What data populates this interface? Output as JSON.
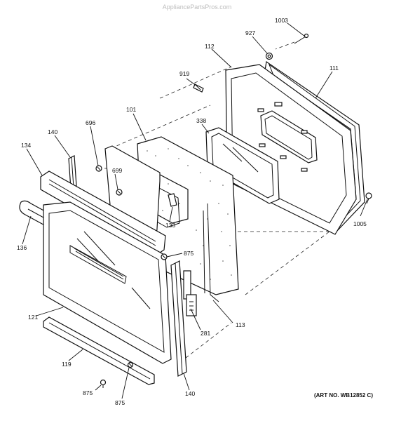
{
  "watermark": "AppliancePartsPros.com",
  "art_number": "(ART NO. WB12852 C)",
  "callouts": [
    {
      "id": "1003",
      "label": "1003"
    },
    {
      "id": "927",
      "label": "927"
    },
    {
      "id": "112",
      "label": "112"
    },
    {
      "id": "111",
      "label": "111"
    },
    {
      "id": "919",
      "label": "919"
    },
    {
      "id": "101",
      "label": "101"
    },
    {
      "id": "338",
      "label": "338"
    },
    {
      "id": "140a",
      "label": "140"
    },
    {
      "id": "696",
      "label": "696"
    },
    {
      "id": "134",
      "label": "134"
    },
    {
      "id": "699",
      "label": "699"
    },
    {
      "id": "133",
      "label": "133"
    },
    {
      "id": "1005",
      "label": "1005"
    },
    {
      "id": "136",
      "label": "136"
    },
    {
      "id": "875a",
      "label": "875"
    },
    {
      "id": "121",
      "label": "121"
    },
    {
      "id": "281",
      "label": "281"
    },
    {
      "id": "113",
      "label": "113"
    },
    {
      "id": "119",
      "label": "119"
    },
    {
      "id": "875b",
      "label": "875"
    },
    {
      "id": "875c",
      "label": "875"
    },
    {
      "id": "140b",
      "label": "140"
    }
  ]
}
